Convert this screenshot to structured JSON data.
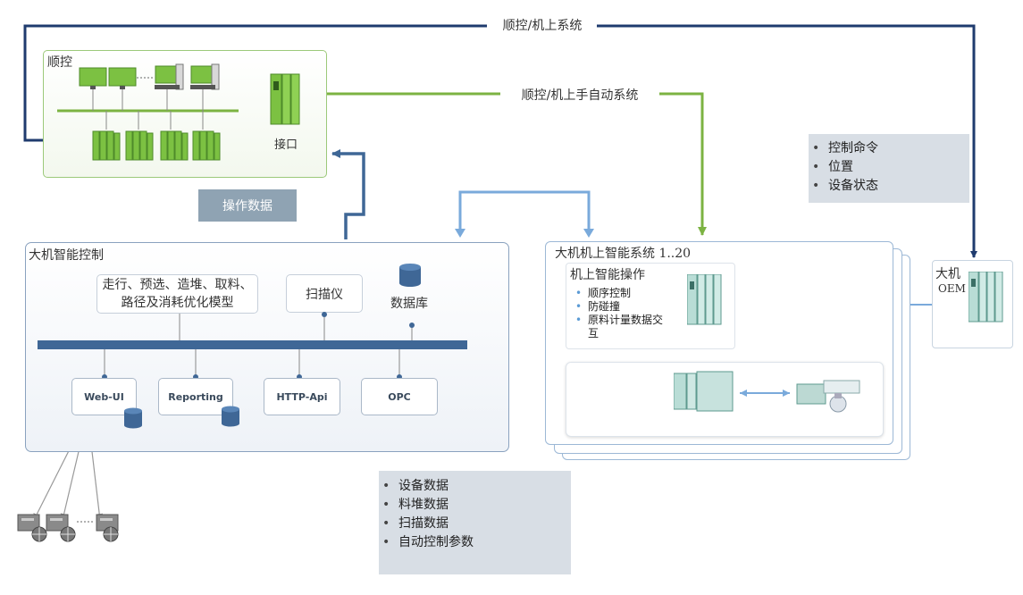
{
  "top_label": "顺控/机上系统",
  "auto_label": "顺控/机上手自动系统",
  "shunkong": {
    "title": "顺控",
    "interface": "接口"
  },
  "op_data_label": "操作数据",
  "right_info": [
    "控制命令",
    "位置",
    "设备状态"
  ],
  "bottom_info": [
    "设备数据",
    "料堆数据",
    "扫描数据",
    "自动控制参数"
  ],
  "control": {
    "title": "大机智能控制",
    "algo": "走行、预选、造堆、取料、路径及消耗优化模型",
    "scanner": "扫描仪",
    "database": "数据库",
    "modules": [
      "Web-UI",
      "Reporting",
      "HTTP-Api",
      "OPC"
    ]
  },
  "onboard": {
    "title": "大机机上智能系统 1..20",
    "ops_title": "机上智能操作",
    "ops_items": [
      "顺序控制",
      "防碰撞",
      "原料计量数据交互"
    ]
  },
  "oem": {
    "line1": "大机",
    "line2": "OEM"
  },
  "colors": {
    "green": "#7cb342",
    "dark_blue": "#1f3b6e",
    "mid_blue": "#3f6796",
    "light_blue": "#7aaadb"
  }
}
